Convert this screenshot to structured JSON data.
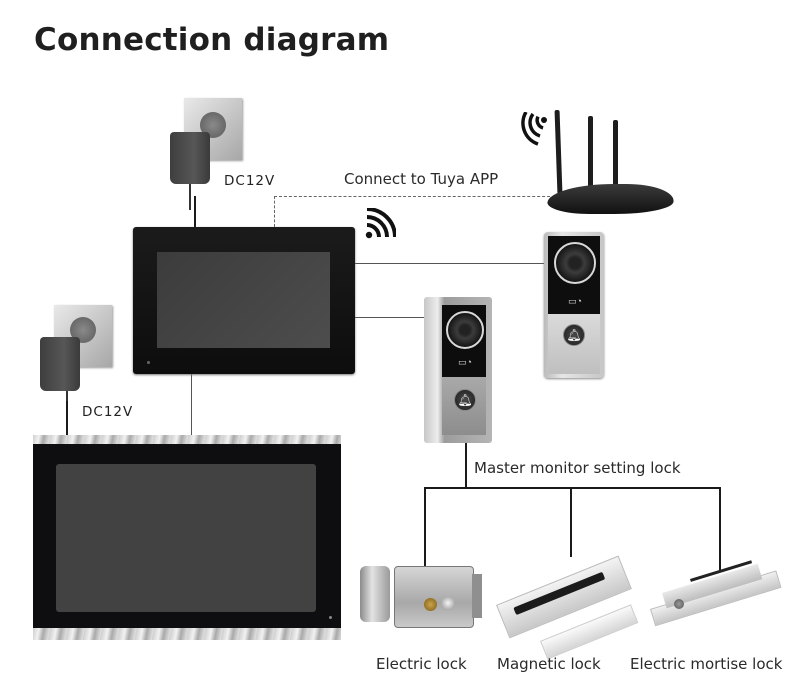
{
  "title": "Connection diagram",
  "power": {
    "adapter_top_label": "DC12V",
    "adapter_bottom_label": "DC12V"
  },
  "network": {
    "tuya_label": "Connect to Tuya APP",
    "icons": [
      "wifi-icon-router",
      "wifi-icon-monitor"
    ]
  },
  "devices": {
    "main_monitor": "indoor-monitor-7in",
    "secondary_monitor": "indoor-monitor-10in",
    "router": "wifi-router",
    "doorbell_1": "outdoor-doorbell-flat",
    "doorbell_2": "outdoor-doorbell-rain-cover"
  },
  "lock_section": {
    "header": "Master monitor setting lock",
    "locks": [
      {
        "name": "Electric lock"
      },
      {
        "name": "Magnetic lock"
      },
      {
        "name": "Electric mortise lock"
      }
    ]
  }
}
